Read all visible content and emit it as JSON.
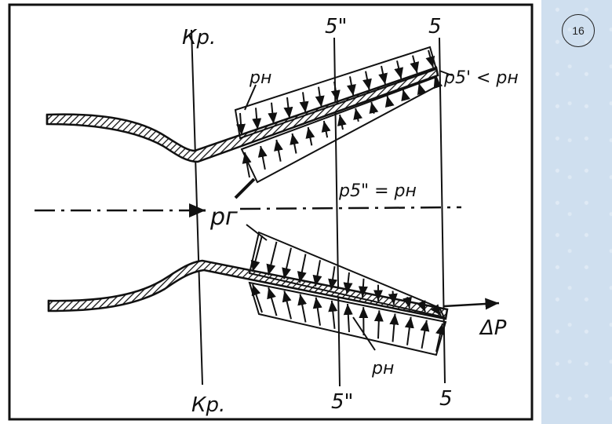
{
  "slide_number": "16",
  "labels": {
    "kr_top": "Кр.",
    "kr_bottom": "Кр.",
    "s5pp_top": "5\"",
    "s5pp_bottom": "5\"",
    "s5_top": "5",
    "s5_bottom": "5",
    "p_n_upper": "рн",
    "p_n_lower": "рн",
    "p5_lt_pn": "р5' < рн",
    "p5pp_eq_pn": "р5\" = рн",
    "p_g": "рг",
    "delta_p": "ΔP"
  }
}
